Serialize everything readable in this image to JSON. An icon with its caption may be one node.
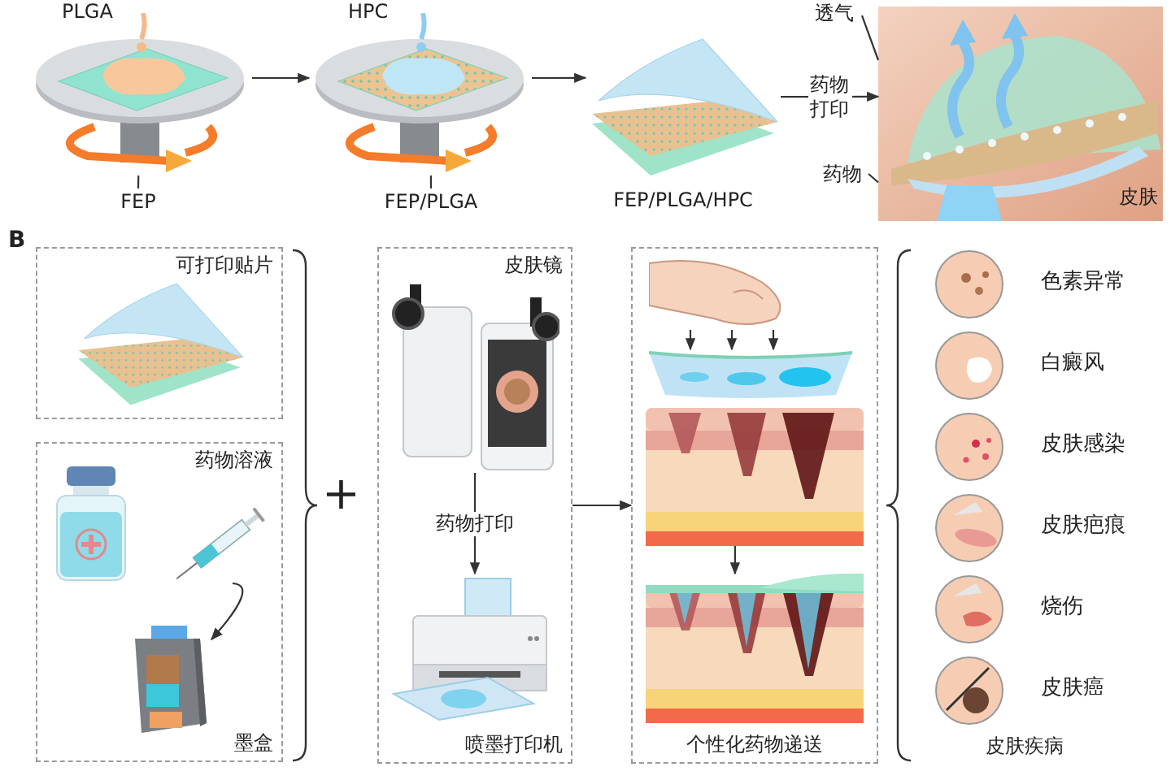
{
  "diagram": {
    "nodes": [
      {
        "text": [],
        "shape": "picture"
      },
      {
        "text": [],
        "shape": "picture"
      },
      {
        "text": [],
        "shape": "picture",
        "beside": [
          "FEP/PLGA/HPC"
        ]
      },
      {
        "text": [],
        "shape": "picture"
      },
      {
        "text": [
          "FEP"
        ]
      },
      {
        "text": [
          "FEP/PLGA"
        ]
      },
      {
        "text": [
          "透气"
        ]
      },
      {
        "text": [
          "药物"
        ]
      },
      {
        "text": [
          "可打印贴片"
        ]
      },
      {
        "text": [
          "药物溶液",
          "墨盒"
        ]
      },
      {
        "text": [],
        "shape": "picture",
        "in": 9
      },
      {
        "text": [],
        "shape": "picture",
        "in": 9
      },
      {
        "text": [
          "皮肤镜",
          "喷墨打印机"
        ]
      },
      {
        "text": [],
        "shape": "picture",
        "in": 12
      },
      {
        "text": [],
        "shape": "picture",
        "in": 12
      },
      {
        "text": [
          "个性化药物递送"
        ]
      },
      {
        "text": [],
        "shape": "picture",
        "in": 15
      },
      {
        "text": [],
        "shape": "picture",
        "in": 15
      },
      {
        "text": [],
        "shape": "picture",
        "in": 15
      },
      {
        "text": [],
        "shape": "picture",
        "in": 15
      }
    ],
    "edges": [
      {
        "from": 0,
        "to": 1,
        "arrow": "to"
      },
      {
        "from": 1,
        "to": 2,
        "arrow": "to"
      },
      {
        "from": 2,
        "to": 3,
        "arrow": "to",
        "label": "药物打印"
      },
      {
        "from": 4,
        "to": 0,
        "arrow": "none"
      },
      {
        "from": 5,
        "to": 1,
        "arrow": "none"
      },
      {
        "from": 6,
        "to": 3,
        "arrow": "none"
      },
      {
        "from": 7,
        "to": 3,
        "arrow": "none"
      },
      {
        "from": 10,
        "to": 11,
        "arrow": "to"
      },
      {
        "from": 13,
        "to": 14,
        "arrow": "to",
        "label": "药物打印"
      },
      {
        "from": 12,
        "to": 15,
        "arrow": "to"
      },
      {
        "from": 16,
        "to": 17,
        "arrow": "to"
      },
      {
        "from": 16,
        "to": 17,
        "arrow": "to"
      },
      {
        "from": 16,
        "to": 17,
        "arrow": "to"
      },
      {
        "from": 18,
        "to": 19,
        "arrow": "to"
      }
    ],
    "labels": [
      "PLGA",
      "HPC",
      "皮肤",
      "B",
      "+",
      "色素异常",
      "白癜风",
      "皮肤感染",
      "皮肤疤痕",
      "烧伤",
      "皮肤癌",
      "皮肤疾病"
    ]
  }
}
